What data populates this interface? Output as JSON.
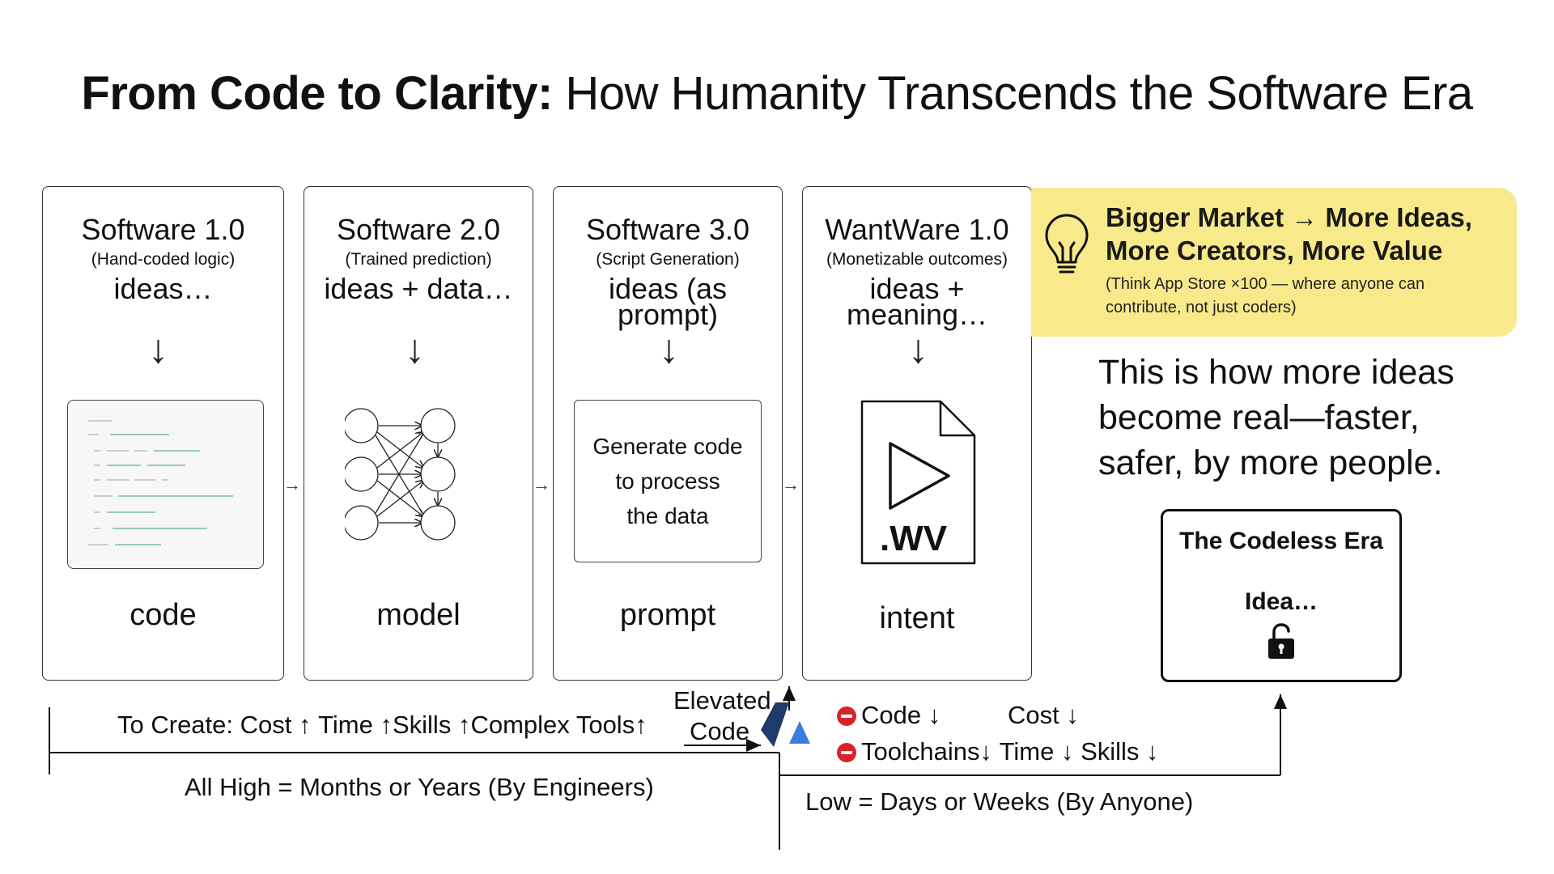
{
  "title": {
    "bold": "From Code to Clarity:",
    "rest": " How Humanity Transcends the Software Era"
  },
  "cards": [
    {
      "title": "Software 1.0",
      "subtitle": "(Hand-coded logic)",
      "ideas": "ideas…",
      "footer": "code"
    },
    {
      "title": "Software 2.0",
      "subtitle": "(Trained prediction)",
      "ideas": "ideas + data…",
      "footer": "model"
    },
    {
      "title": "Software 3.0",
      "subtitle": "(Script Generation)",
      "ideas": "ideas (as\nprompt)",
      "footer": "prompt",
      "box_text": "Generate code\nto process\nthe data"
    },
    {
      "title": "WantWare 1.0",
      "subtitle": "(Monetizable outcomes)",
      "ideas": "ideas +\nmeaning…",
      "footer": "intent",
      "file_ext": ".WV"
    }
  ],
  "callout": {
    "headline": "Bigger Market → More Ideas,\nMore Creators, More Value",
    "note": "(Think App Store ×100 — where anyone can\ncontribute, not just coders)",
    "icon": "lightbulb-icon"
  },
  "tagline": "This is how more ideas\nbecome real—faster,\nsafer, by more people.",
  "codeless": {
    "title": "The Codeless Era",
    "idea": "Idea…",
    "icon": "unlocked-padlock-icon"
  },
  "bottom": {
    "to_create_label": "To Create: Cost",
    "time": "Time",
    "skills": "Skills",
    "complex_tools": "Complex Tools",
    "all_high": "All High = Months or Years (By Engineers)",
    "elevated": "Elevated",
    "code": "Code",
    "right_code": "Code",
    "cost": "Cost",
    "toolchains": "Toolchains",
    "right_time": "Time",
    "right_skills": "Skills",
    "low": "Low = Days or Weeks (By Anyone)"
  },
  "colors": {
    "callout_bg": "#f8e98b",
    "stop_red": "#d8232a",
    "logo_navy": "#1f3a6b",
    "logo_blue": "#3d7be0"
  }
}
